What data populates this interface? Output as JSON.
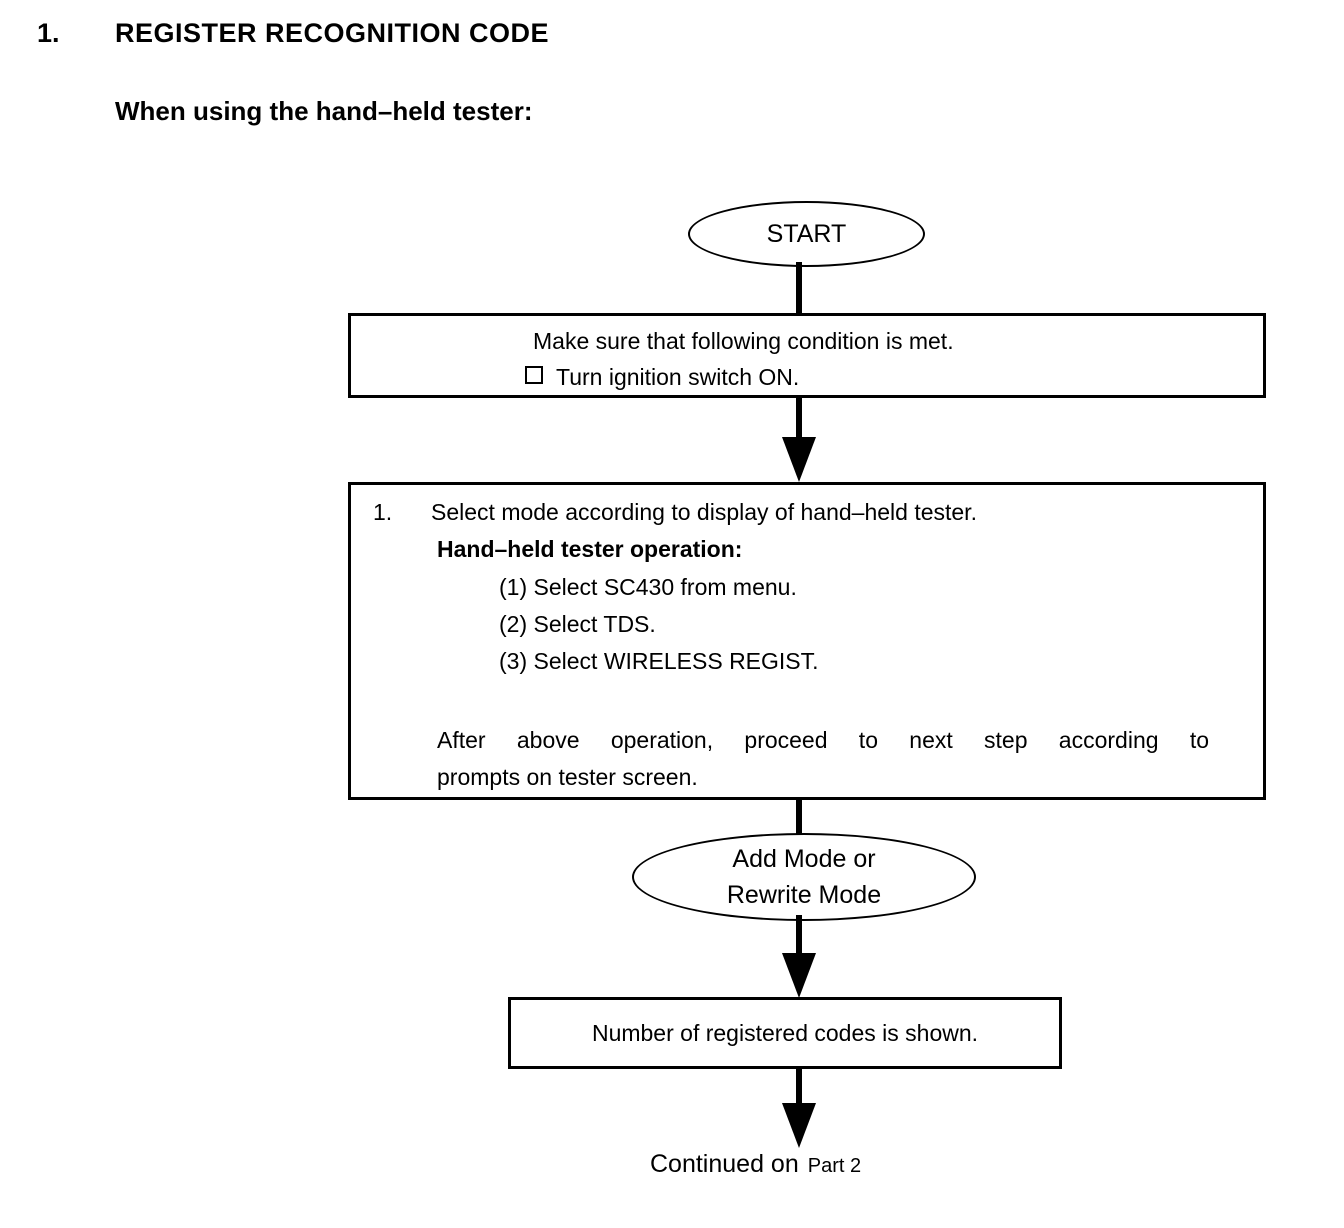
{
  "colors": {
    "ink": "#000000",
    "background": "#ffffff"
  },
  "heading": {
    "number": "1.",
    "title": "REGISTER RECOGNITION CODE",
    "subtitle": "When using the hand–held tester:"
  },
  "flowchart": {
    "start_label": "START",
    "condition_box": {
      "line1": "Make sure that following condition is met.",
      "checkbox_item": "Turn ignition switch ON."
    },
    "step_box": {
      "number": "1.",
      "instruction": "Select mode according to display of hand–held tester.",
      "operation_heading": "Hand–held tester operation:",
      "substeps": [
        "(1) Select SC430 from menu.",
        "(2) Select TDS.",
        "(3) Select WIRELESS REGIST."
      ],
      "note_line1": "After above operation, proceed to next step according to",
      "note_line2": "prompts on tester screen."
    },
    "mode_ellipse": {
      "line1": "Add Mode or",
      "line2": "Rewrite Mode"
    },
    "result_box": {
      "text": "Number of registered codes is shown."
    },
    "continued": {
      "text": "Continued on",
      "part": "Part 2"
    }
  }
}
